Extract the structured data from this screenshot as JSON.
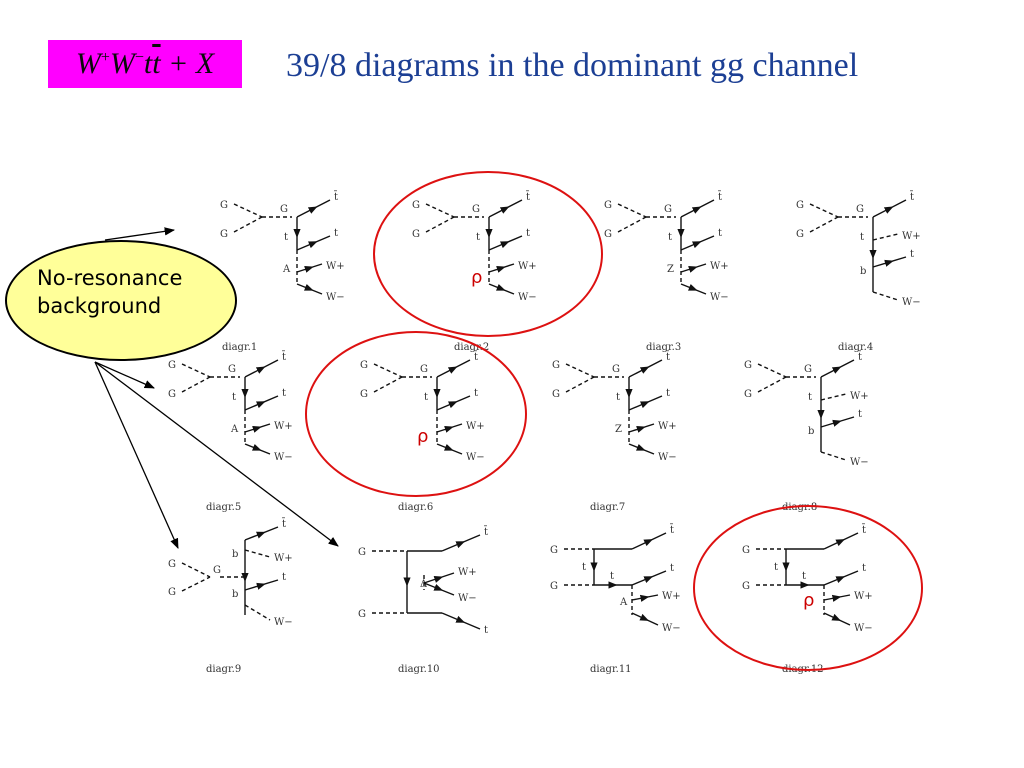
{
  "header": {
    "process_label": "W⁺W⁻tt̄ + X",
    "process_parts": {
      "w1": "W",
      "sup1": "+",
      "w2": "W",
      "sup2": "−",
      "tt": "t",
      "tbar": "t",
      "rest": " + X"
    },
    "title": "39/8 diagrams in the dominant gg channel"
  },
  "callout": {
    "line1": "No-resonance",
    "line2": "background"
  },
  "colors": {
    "process_box": "#ff00ff",
    "title": "#1c3f94",
    "callout_fill": "#ffff99",
    "highlight_circle": "#dd1111",
    "rho": "#cc0000"
  },
  "rho_symbol": "ρ",
  "particles": {
    "gluon": "G",
    "top": "t",
    "antitop": "t̄",
    "w_plus": "W+",
    "w_minus": "W−",
    "photon": "A",
    "z_boson": "Z",
    "bottom": "b",
    "higgs": "Δ"
  },
  "diagrams": [
    {
      "caption": "diagr.1",
      "type": "s-prop",
      "prop": "A",
      "highlighted": false
    },
    {
      "caption": "diagr.2",
      "type": "s-prop",
      "prop": "",
      "highlighted": true
    },
    {
      "caption": "diagr.3",
      "type": "s-prop",
      "prop": "Z",
      "highlighted": false
    },
    {
      "caption": "diagr.4",
      "type": "s-b",
      "prop": "b",
      "highlighted": false
    },
    {
      "caption": "diagr.5",
      "type": "s-prop",
      "prop": "A",
      "highlighted": false
    },
    {
      "caption": "diagr.6",
      "type": "s-prop",
      "prop": "",
      "highlighted": true
    },
    {
      "caption": "diagr.7",
      "type": "s-prop",
      "prop": "Z",
      "highlighted": false
    },
    {
      "caption": "diagr.8",
      "type": "s-b",
      "prop": "b",
      "highlighted": false
    },
    {
      "caption": "diagr.9",
      "type": "s-bb",
      "prop": "b",
      "highlighted": false
    },
    {
      "caption": "diagr.10",
      "type": "t-box",
      "prop": "Δ",
      "highlighted": false
    },
    {
      "caption": "diagr.11",
      "type": "t-chan",
      "prop": "A",
      "highlighted": false
    },
    {
      "caption": "diagr.12",
      "type": "t-chan",
      "prop": "",
      "highlighted": true
    }
  ]
}
